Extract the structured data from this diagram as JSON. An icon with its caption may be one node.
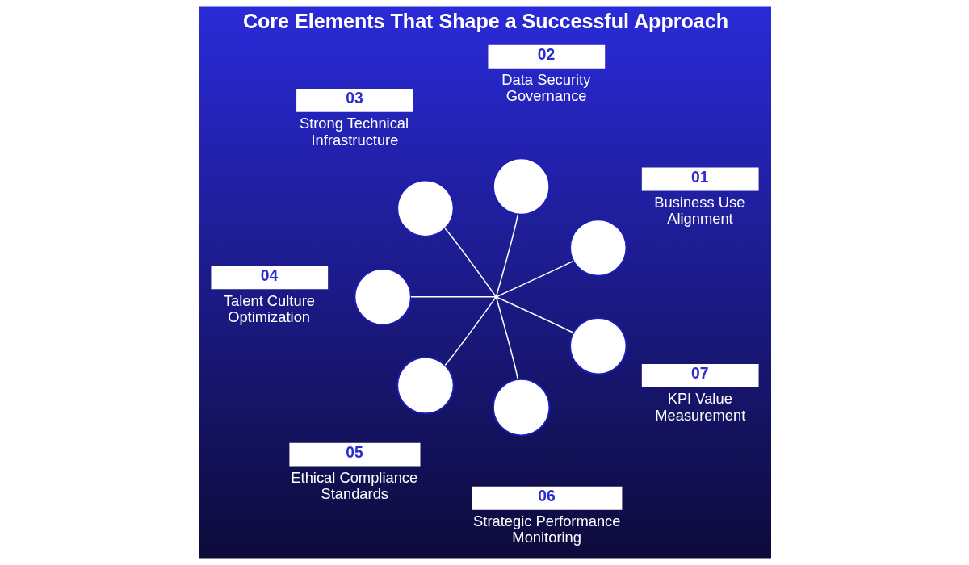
{
  "diagram": {
    "title": "Core Elements That Shape a Successful Approach",
    "nodes": [
      {
        "text": [
          "01",
          "Business Use Alignment"
        ]
      },
      {
        "text": [
          "02",
          "Data Security Governance"
        ]
      },
      {
        "text": [
          "03",
          "Strong Technical Infrastructure"
        ]
      },
      {
        "text": [
          "04",
          "Talent Culture Optimization"
        ]
      },
      {
        "text": [
          "05",
          "Ethical Compliance Standards"
        ]
      },
      {
        "text": [
          "06",
          "Strategic Performance Monitoring"
        ]
      },
      {
        "text": [
          "07",
          "KPI Value Measurement"
        ]
      },
      {
        "text": [],
        "shape": "circle"
      },
      {
        "text": [],
        "shape": "circle"
      },
      {
        "text": [],
        "shape": "circle"
      },
      {
        "text": [],
        "shape": "circle"
      },
      {
        "text": [],
        "shape": "circle"
      },
      {
        "text": [],
        "shape": "circle"
      },
      {
        "text": [],
        "shape": "circle"
      },
      {
        "text": [],
        "shape": "point"
      }
    ],
    "edges": [
      {
        "from": 12,
        "to": 14,
        "arrow": "none"
      },
      {
        "from": 13,
        "to": 14,
        "arrow": "none"
      },
      {
        "from": 7,
        "to": 14,
        "arrow": "none"
      },
      {
        "from": 8,
        "to": 14,
        "arrow": "none"
      },
      {
        "from": 9,
        "to": 14,
        "arrow": "none"
      },
      {
        "from": 10,
        "to": 14,
        "arrow": "none"
      },
      {
        "from": 11,
        "to": 14,
        "arrow": "none"
      }
    ]
  }
}
